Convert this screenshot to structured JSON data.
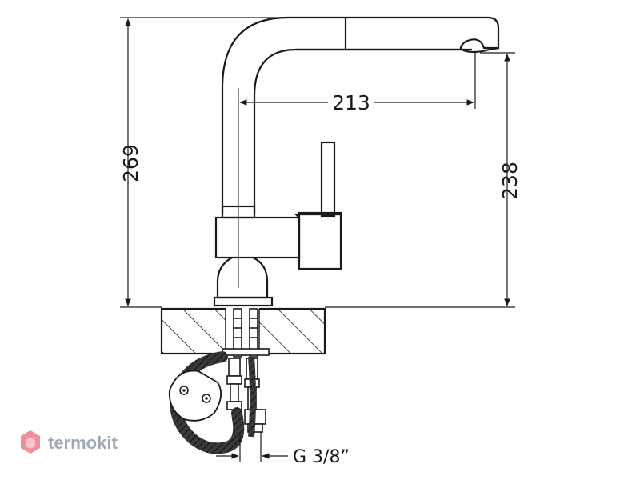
{
  "dimensions": {
    "total_height": "269",
    "spout_height": "238",
    "spout_reach": "213",
    "connection_thread": "G 3/8”"
  },
  "watermark": {
    "brand": "termokit",
    "color": "#9fa8b4",
    "logo_color": "#e86a7a"
  },
  "colors": {
    "line": "#1a1a1a",
    "hose": "#2b2b2b"
  }
}
